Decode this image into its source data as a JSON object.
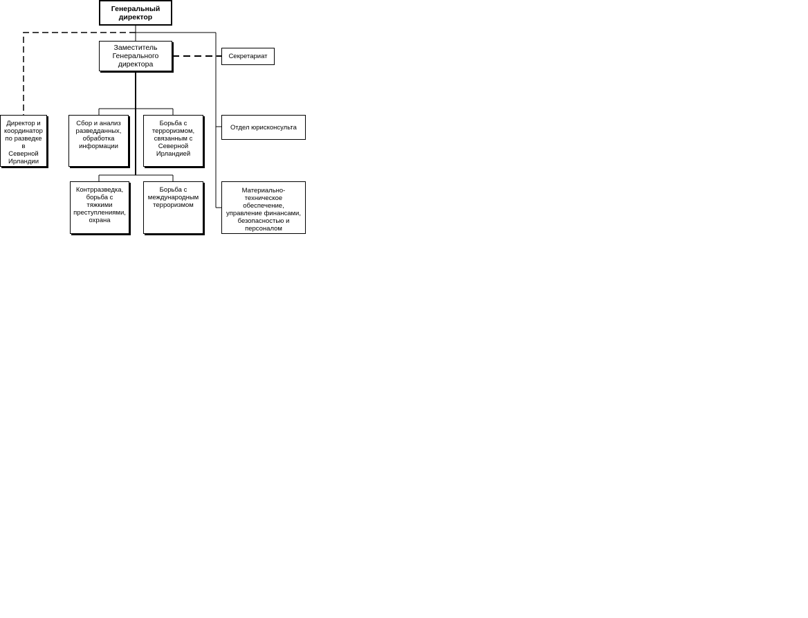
{
  "diagram": {
    "general_director": "Генеральный\nдиректор",
    "deputy": "Заместитель\nГенерального\nдиректора",
    "secretariat": "Секретариат",
    "ni_director": "Директор и\nкоординатор\nпо разведке в\nСеверной\nИрландии",
    "collection": "Сбор и анализ\nразведданных,\nобработка\nинформации",
    "terror_ni": "Борьба с\nтерроризмом,\nсвязанным с\nСеверной\nИрландией",
    "legal": "Отдел юрисконсульта",
    "counterintel": "Контрразведка,\nборьба с тяжкими\nпреступлениями,\nохрана",
    "intl_terror": "Борьба с\nмеждународным\nтерроризмом",
    "logistics": "Материально-техническое\nобеспечение,\nуправление финансами,\nбезопасностью и\nперсоналом"
  }
}
